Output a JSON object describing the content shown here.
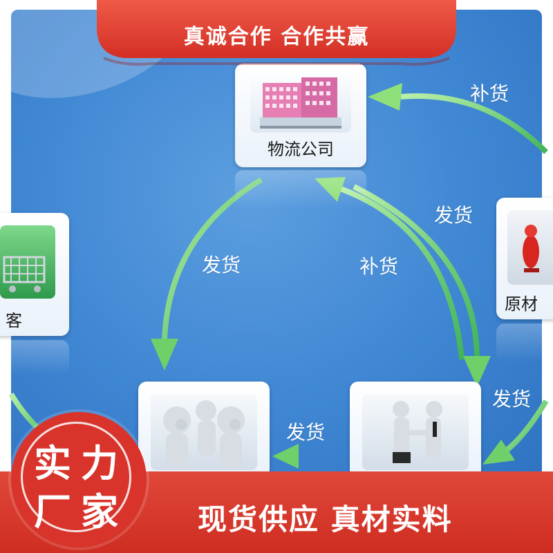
{
  "banner": {
    "title": "真诚合作 合作共赢"
  },
  "nodes": {
    "logistics": "物流公司",
    "raw_material": "原材",
    "customer": "客"
  },
  "arrow_labels": {
    "restock_top": "补货",
    "ship_right_upper": "发货",
    "ship_left_arc": "发货",
    "restock_middle": "补货",
    "ship_right_lower": "发货",
    "ship_bottom": "发货"
  },
  "badge": {
    "line1": "实力",
    "line2": "厂家"
  },
  "footer": {
    "slogan": "现货供应  真材实料"
  },
  "colors": {
    "background_blue": "#3f86d3",
    "arrow_green": "#6fd06a",
    "accent_red": "#d8342b"
  }
}
